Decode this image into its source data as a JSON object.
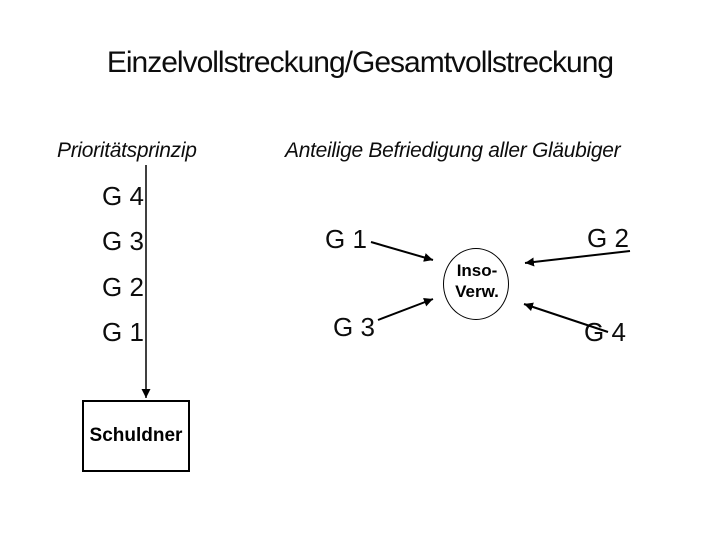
{
  "slide": {
    "title": "Einzelvollstreckung/Gesamtvollstreckung",
    "left": {
      "heading": "Prioritätsprinzip",
      "creditors": [
        "G 4",
        "G 3",
        "G 2",
        "G 1"
      ],
      "debtor": "Schuldner"
    },
    "right": {
      "heading": "Anteilige Befriedigung aller Gläubiger",
      "creditors": [
        "G 1",
        "G 2",
        "G 3",
        "G 4"
      ],
      "administrator": {
        "line1": "Inso-",
        "line2": "Verw."
      }
    },
    "colors": {
      "background": "#ffffff",
      "text": "#000000",
      "line": "#000000"
    }
  }
}
